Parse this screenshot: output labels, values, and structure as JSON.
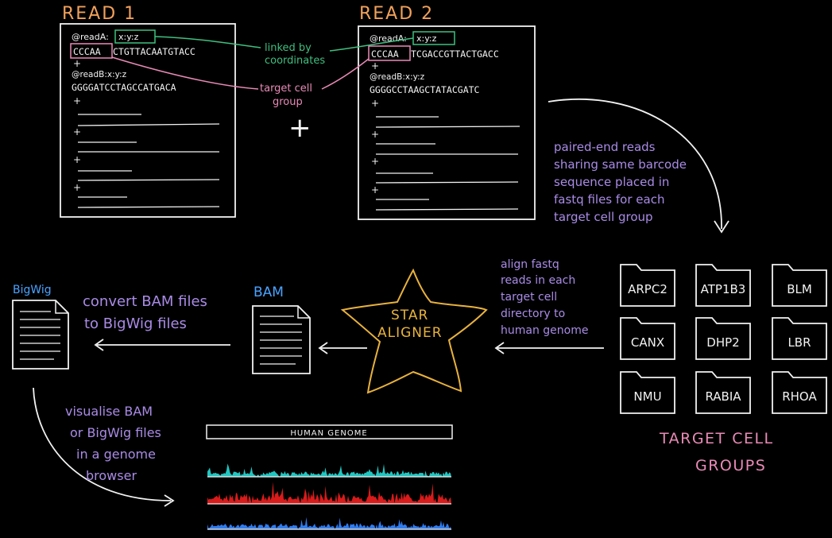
{
  "colors": {
    "background": "#000000",
    "ink": "#f2f2f2",
    "orange": "#f2a15a",
    "green": "#3fbf7f",
    "pink": "#e98ab6",
    "purple": "#a98be6",
    "blue": "#4aa3ff",
    "star": "#e8b23c",
    "teal": "#21c5c0",
    "red": "#d81b1b",
    "trackBlue": "#2f7cf0"
  },
  "read1": {
    "title": "READ 1",
    "header_prefix": "@readA:",
    "coords": "x:y:z",
    "barcode": "CCCAA",
    "seq_rest": "CTGTTACAATGTACC",
    "header2": "@readB:x:y:z",
    "seq2": "GGGGATCCTAGCCATGACA",
    "plus": "+"
  },
  "read2": {
    "title": "READ 2",
    "header_prefix": "@readA:",
    "coords": "x:y:z",
    "barcode": "CCCAA",
    "seq_rest": "TCGACCGTTACTGACC",
    "header2": "@readB:x:y:z",
    "seq2": "GGGGCCTAAGCTATACGATC",
    "plus": "+"
  },
  "annotations": {
    "linked_line1": "linked by",
    "linked_line2": "coordinates",
    "target_line1": "target cell",
    "target_line2": "group",
    "plus_sign": "+",
    "paired_lines": [
      "paired-end reads",
      "sharing same barcode",
      "sequence placed in",
      "fastq files for each",
      "target cell group"
    ],
    "align_lines": [
      "align fastq",
      "reads in each",
      "target cell",
      "directory to",
      "human genome"
    ],
    "convert_lines": [
      "convert BAM files",
      "to BigWig files"
    ],
    "visualise_lines": [
      "visualise BAM",
      "or BigWig files",
      "in a genome",
      "browser"
    ]
  },
  "folders": [
    "ARPC2",
    "ATP1B3",
    "BLM",
    "CANX",
    "DHP2",
    "LBR",
    "NMU",
    "RABIA",
    "RHOA"
  ],
  "target_groups_line1": "TARGET CELL",
  "target_groups_line2": "GROUPS",
  "star_line1": "STAR",
  "star_line2": "ALIGNER",
  "bam_label": "BAM",
  "bigwig_label": "BigWig",
  "genome_label": "HUMAN GENOME"
}
